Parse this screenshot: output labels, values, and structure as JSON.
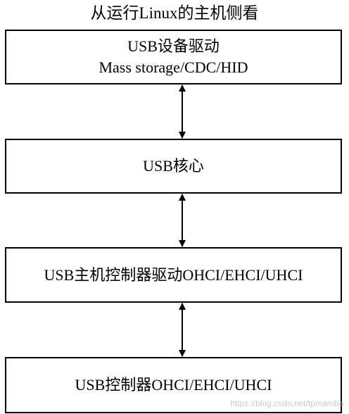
{
  "title": "从运行Linux的主机侧看",
  "layers": [
    {
      "line1": "USB设备驱动",
      "line2": "Mass storage/CDC/HID"
    },
    {
      "line1": "USB核心"
    },
    {
      "line1": "USB主机控制器驱动OHCI/EHCI/UHCI"
    },
    {
      "line1": "USB控制器OHCI/EHCI/UHCI"
    }
  ],
  "watermark": "https://blog.csdn.net/tpmamba",
  "colors": {
    "line": "#000000",
    "background": "#ffffff",
    "watermark": "#c8c8c8"
  }
}
